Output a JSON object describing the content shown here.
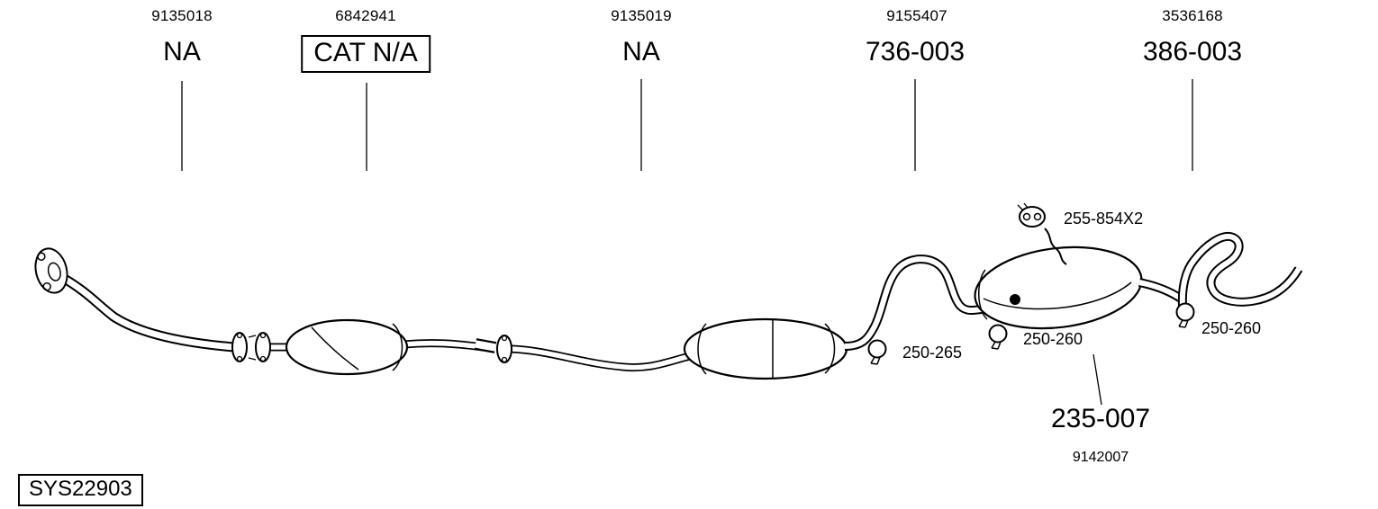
{
  "diagram": {
    "background_color": "#ffffff",
    "line_color": "#000000",
    "columns": [
      {
        "part_number": "9135018",
        "code": "NA"
      },
      {
        "part_number": "6842941",
        "code": "CAT N/A"
      },
      {
        "part_number": "9135019",
        "code": "NA"
      },
      {
        "part_number": "9155407",
        "code": "736-003"
      },
      {
        "part_number": "3536168",
        "code": "386-003"
      }
    ],
    "callouts": {
      "rubber_hanger": "255-854X2",
      "clamp_middle": "250-265",
      "clamp_rear": "250-260",
      "clamp_tail": "250-260"
    },
    "rear_muffler": {
      "code": "235-007",
      "part_number": "9142007"
    },
    "system_code": "SYS22903"
  }
}
